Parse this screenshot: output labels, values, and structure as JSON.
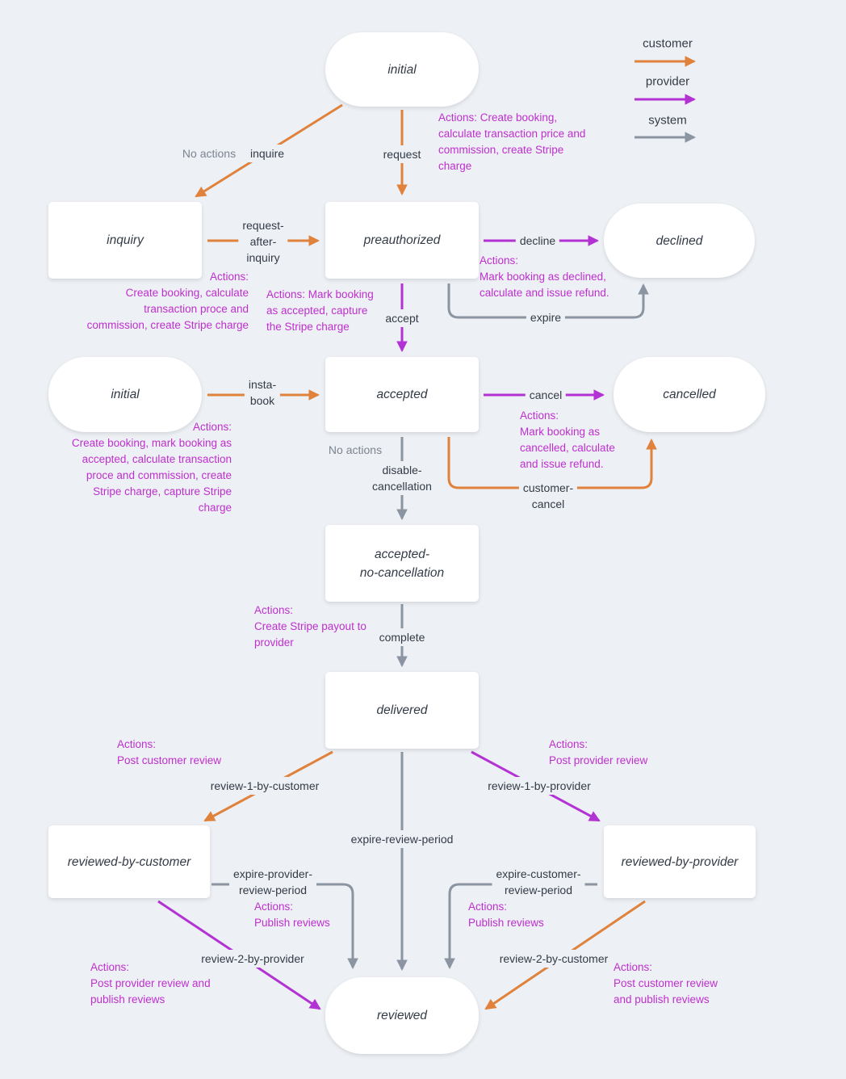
{
  "colors": {
    "background": "#edf0f4",
    "customer": "#e0823c",
    "provider": "#b232d4",
    "system": "#8b95a1",
    "node_bg": "#ffffff",
    "node_text": "#333b47",
    "label_text": "#333b47",
    "action_text": "#bf2fd0",
    "muted_text": "#7b8490"
  },
  "legend": {
    "customer": "customer",
    "provider": "provider",
    "system": "system"
  },
  "nodes": {
    "initial_top": {
      "label": "initial"
    },
    "inquiry": {
      "label": "inquiry"
    },
    "preauthorized": {
      "label": "preauthorized"
    },
    "declined": {
      "label": "declined"
    },
    "initial_left": {
      "label": "initial"
    },
    "accepted": {
      "label": "accepted"
    },
    "cancelled": {
      "label": "cancelled"
    },
    "accepted_no_cancellation": {
      "label": "accepted-\nno-cancellation"
    },
    "delivered": {
      "label": "delivered"
    },
    "reviewed_by_customer": {
      "label": "reviewed-by-customer"
    },
    "reviewed_by_provider": {
      "label": "reviewed-by-provider"
    },
    "reviewed": {
      "label": "reviewed"
    }
  },
  "edges": {
    "inquire": {
      "label": "inquire",
      "note": "No actions"
    },
    "request": {
      "label": "request",
      "actions": "Actions: Create booking,\ncalculate transaction price and\ncommission, create Stripe\ncharge"
    },
    "request_after_inquiry": {
      "label": "request-\nafter-\ninquiry",
      "actions": "Actions:\nCreate booking, calculate\ntransaction proce and\ncommission, create Stripe charge"
    },
    "decline": {
      "label": "decline",
      "actions": "Actions:\nMark booking as declined,\ncalculate and issue refund."
    },
    "expire_preauthorized": {
      "label": "expire"
    },
    "accept": {
      "label": "accept",
      "actions": "Actions: Mark booking\nas accepted, capture\nthe Stripe charge"
    },
    "insta_book": {
      "label": "insta-\nbook",
      "actions": "Actions:\nCreate booking, mark booking as\naccepted, calculate transaction\nproce and commission, create\nStripe charge, capture Stripe\ncharge"
    },
    "cancel": {
      "label": "cancel",
      "actions": "Actions:\nMark booking as\ncancelled, calculate\nand issue refund."
    },
    "customer_cancel": {
      "label": "customer-\ncancel"
    },
    "disable_cancellation": {
      "label": "disable-\ncancellation",
      "note": "No actions"
    },
    "complete": {
      "label": "complete",
      "actions": "Actions:\nCreate Stripe payout to\nprovider"
    },
    "review_1_by_customer": {
      "label": "review-1-by-customer",
      "actions": "Actions:\nPost customer review"
    },
    "review_1_by_provider": {
      "label": "review-1-by-provider",
      "actions": "Actions:\nPost provider review"
    },
    "expire_review_period": {
      "label": "expire-review-period"
    },
    "expire_provider_review_period": {
      "label": "expire-provider-\nreview-period",
      "actions": "Actions:\nPublish reviews"
    },
    "expire_customer_review_period": {
      "label": "expire-customer-\nreview-period",
      "actions": "Actions:\nPublish reviews"
    },
    "review_2_by_provider": {
      "label": "review-2-by-provider",
      "actions": "Actions:\nPost provider review and\npublish reviews"
    },
    "review_2_by_customer": {
      "label": "review-2-by-customer",
      "actions": "Actions:\nPost customer review\nand publish reviews"
    }
  }
}
